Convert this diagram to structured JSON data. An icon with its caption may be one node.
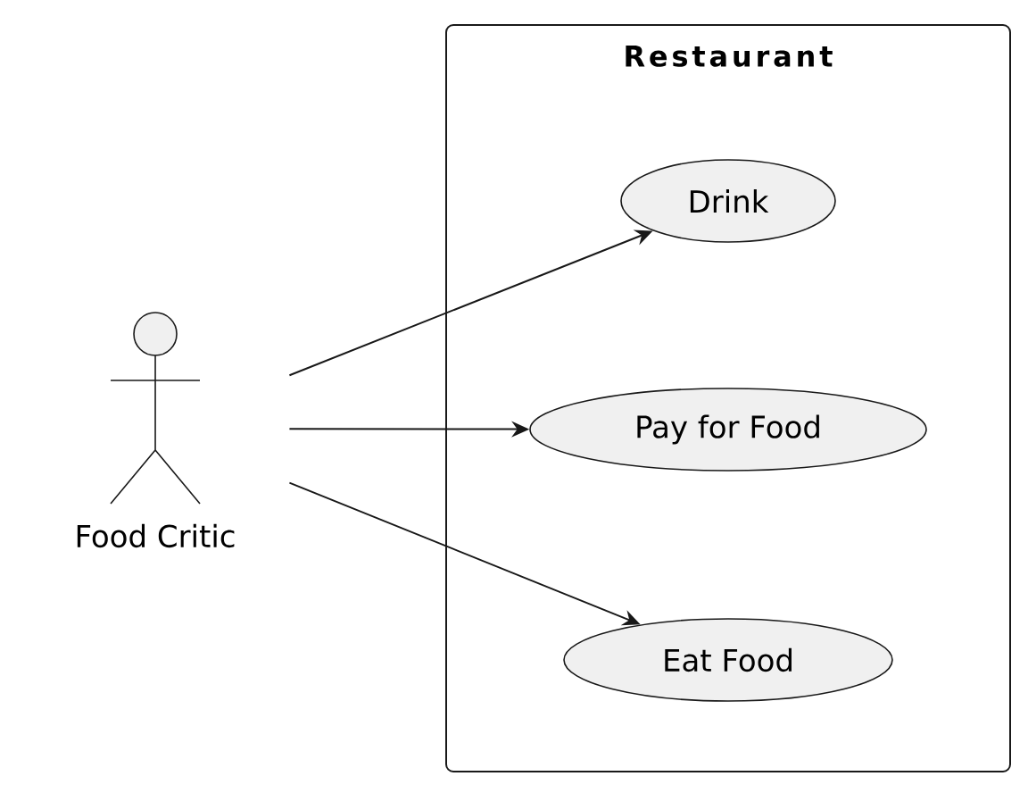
{
  "diagram": {
    "nodes": [
      {
        "text": [
          "Restaurant"
        ]
      },
      {
        "text": [
          "Food Critic"
        ]
      },
      {
        "text": [
          "Drink"
        ],
        "in": 0
      },
      {
        "text": [
          "Pay for Food"
        ],
        "in": 0
      },
      {
        "text": [
          "Eat Food"
        ],
        "in": 0
      }
    ],
    "edges": [
      {
        "from": 1,
        "to": 2,
        "arrow": "to"
      },
      {
        "from": 1,
        "to": 3,
        "arrow": "to"
      },
      {
        "from": 1,
        "to": 4,
        "arrow": "to"
      }
    ]
  }
}
